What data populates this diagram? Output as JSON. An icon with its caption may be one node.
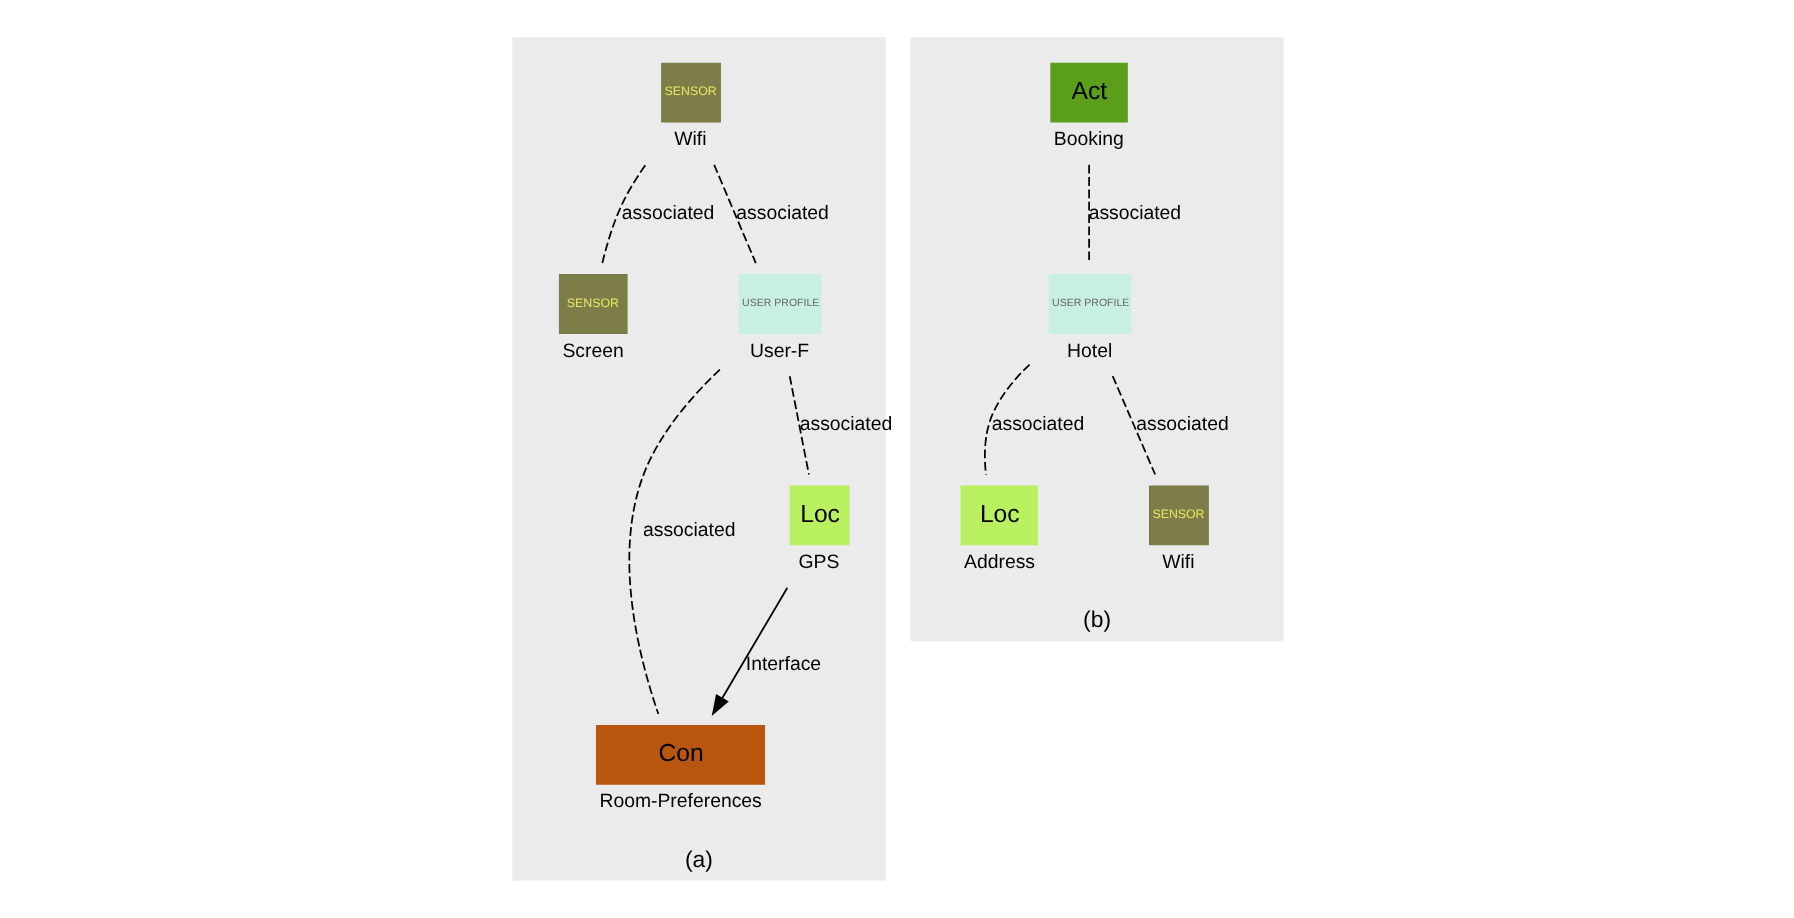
{
  "diagram": {
    "nodes": [
      {
        "text": [
          "(a)"
        ]
      },
      {
        "text": [
          "SENSOR"
        ],
        "beside": [
          "Screen"
        ],
        "in": 0
      },
      {
        "text": [
          "SENSOR"
        ],
        "beside": [
          "Wifi"
        ],
        "in": 0
      },
      {
        "text": [
          "USER PROFILE"
        ],
        "beside": [
          "User-F"
        ],
        "in": 0
      },
      {
        "text": [
          "Con"
        ],
        "beside": [
          "Room-Preferences"
        ],
        "in": 0
      },
      {
        "text": [
          "Loc"
        ],
        "beside": [
          "GPS"
        ],
        "in": 0
      },
      {
        "text": [
          "(b)"
        ]
      },
      {
        "text": [
          "Act"
        ],
        "beside": [
          "Booking"
        ],
        "in": 6
      },
      {
        "text": [
          "USER PROFILE"
        ],
        "beside": [
          "Hotel"
        ],
        "in": 6
      },
      {
        "text": [
          "Loc"
        ],
        "beside": [
          "Address"
        ],
        "in": 6
      },
      {
        "text": [
          "SENSOR"
        ],
        "beside": [
          "Wifi"
        ],
        "in": 6
      }
    ],
    "edges": [
      {
        "from": 2,
        "to": 1,
        "arrow": "none",
        "label": "associated",
        "style": "dashed"
      },
      {
        "from": 2,
        "to": 3,
        "arrow": "none",
        "label": "associated",
        "style": "dashed"
      },
      {
        "from": 3,
        "to": 4,
        "arrow": "none",
        "label": "associated",
        "style": "dashed"
      },
      {
        "from": 3,
        "to": 5,
        "arrow": "none",
        "label": "associated",
        "style": "dashed"
      },
      {
        "from": 5,
        "to": 4,
        "arrow": "to",
        "label": "Interface"
      },
      {
        "from": 7,
        "to": 8,
        "arrow": "none",
        "label": "associated",
        "style": "dashed"
      },
      {
        "from": 8,
        "to": 9,
        "arrow": "none",
        "label": "associated",
        "style": "dashed"
      },
      {
        "from": 8,
        "to": 10,
        "arrow": "none",
        "label": "associated",
        "style": "dashed"
      }
    ]
  }
}
